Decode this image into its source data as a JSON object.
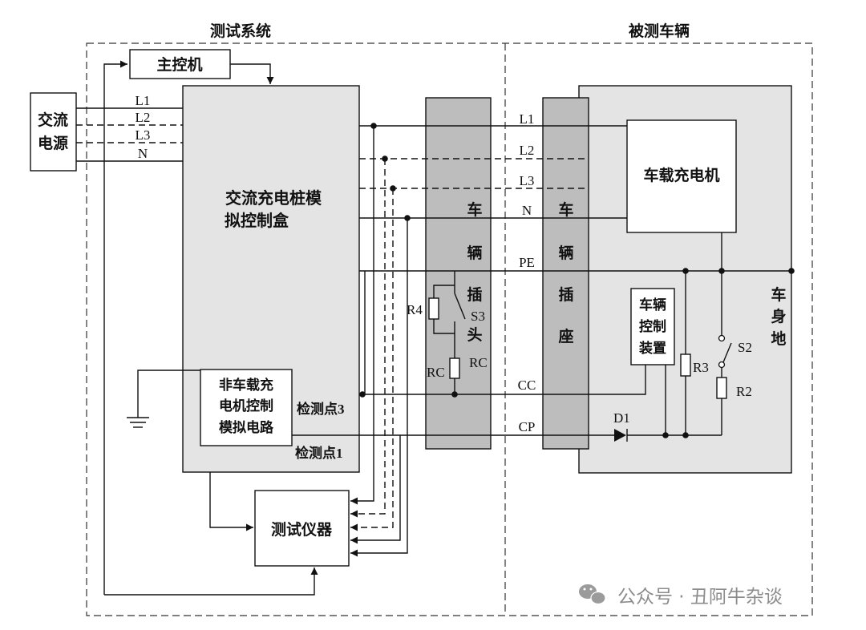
{
  "regions": {
    "test_system": "测试系统",
    "vehicle_under_test": "被测车辆"
  },
  "master_controller": "主控机",
  "ac_power_source": [
    "交流",
    "电源"
  ],
  "supply_lines": [
    "L1",
    "L2",
    "L3",
    "N"
  ],
  "pile_control_box": [
    "交流充电桩模",
    "拟控制盒"
  ],
  "offboard_charger_sim": [
    "非车载充",
    "电机控制",
    "模拟电路"
  ],
  "detection_point_3": "检测点3",
  "detection_point_1": "检测点1",
  "test_instrument": "测试仪器",
  "vehicle_plug": [
    "车",
    "辆",
    "插",
    "头"
  ],
  "vehicle_inlet": [
    "车",
    "辆",
    "插",
    "座"
  ],
  "interface_lines": {
    "l1": "L1",
    "l2": "L2",
    "l3": "L3",
    "n": "N",
    "pe": "PE",
    "cc": "CC",
    "cp": "CP"
  },
  "plug_components": {
    "r4": "R4",
    "s3": "S3",
    "rc_left": "RC",
    "rc_right": "RC"
  },
  "onboard_charger": "车载充电机",
  "vehicle_control_unit": [
    "车辆",
    "控制",
    "装置"
  ],
  "vehicle_components": {
    "r3": "R3",
    "s2": "S2",
    "r2": "R2",
    "d1": "D1"
  },
  "vehicle_body_ground": [
    "车",
    "身",
    "地"
  ],
  "watermark": {
    "icon": "wechat-icon",
    "text": "公众号 · 丑阿牛杂谈"
  },
  "colors": {
    "line": "#111111",
    "panel_fill": "#e4e4e4",
    "connector_fill": "#bdbdbd",
    "watermark": "#8c8c8c"
  }
}
